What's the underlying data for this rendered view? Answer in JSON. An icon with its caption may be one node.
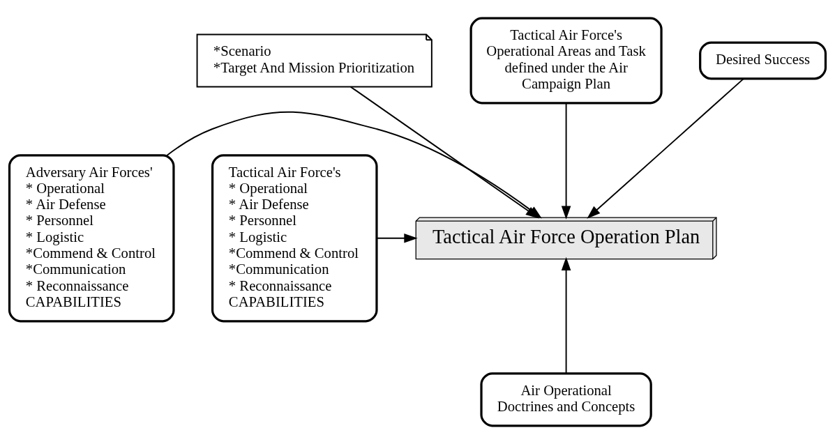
{
  "diagram": {
    "nodes": [
      {
        "text": [
          "*Scenario",
          "*Target And Mission Prioritization"
        ]
      },
      {
        "text": [
          "Tactical Air Force's Operational Areas and Task defined under the Air Campaign Plan"
        ]
      },
      {
        "text": [
          "Desired Success"
        ]
      },
      {
        "text": [
          "Adversary Air Forces'",
          "* Operational",
          "* Air Defense",
          "* Personnel",
          "* Logistic",
          "*Commend & Control",
          "*Communication",
          "* Reconnaissance",
          "CAPABILITIES"
        ]
      },
      {
        "text": [
          "Tactical Air Force Operation Plan"
        ]
      },
      {
        "text": [
          "Tactical Air Force's",
          "* Operational",
          "* Air Defense",
          "* Personnel",
          "* Logistic",
          "*Commend & Control",
          "*Communication",
          "* Reconnaissance",
          "CAPABILITIES"
        ]
      },
      {
        "text": [
          "Air Operational Doctrines and Concepts"
        ]
      }
    ],
    "edges": [
      {
        "from": 0,
        "to": 4,
        "arrow": "to"
      },
      {
        "from": 1,
        "to": 4,
        "arrow": "to"
      },
      {
        "from": 2,
        "to": 4,
        "arrow": "to"
      },
      {
        "from": 3,
        "to": 4,
        "arrow": "to"
      },
      {
        "from": 5,
        "to": 4,
        "arrow": "to"
      },
      {
        "from": 6,
        "to": 4,
        "arrow": "to"
      }
    ]
  }
}
